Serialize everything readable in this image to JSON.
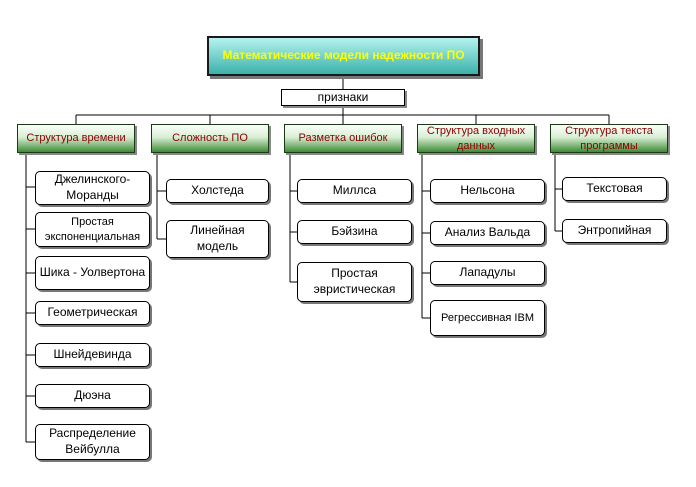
{
  "title": "Математические модели надежности ПО",
  "criteria_label": "признаки",
  "categories": [
    {
      "label": "Структура времени",
      "leaves": [
        "Джелинского-Моранды",
        "Простая экспоненциальная",
        "Шика - Уолвертона",
        "Геометрическая",
        "Шнейдевинда",
        "Дюэна",
        "Распределение Вейбулла"
      ]
    },
    {
      "label": "Сложность ПО",
      "leaves": [
        "Холстеда",
        "Линейная модель"
      ]
    },
    {
      "label": "Разметка ошибок",
      "leaves": [
        "Миллса",
        "Бэйзина",
        "Простая эвристическая"
      ]
    },
    {
      "label": "Структура входных данных",
      "leaves": [
        "Нельсона",
        "Анализ Вальда",
        "Лападулы",
        "Регрессивная IBM"
      ]
    },
    {
      "label": "Структура текста программы",
      "leaves": [
        "Текстовая",
        "Энтропийная"
      ]
    }
  ]
}
